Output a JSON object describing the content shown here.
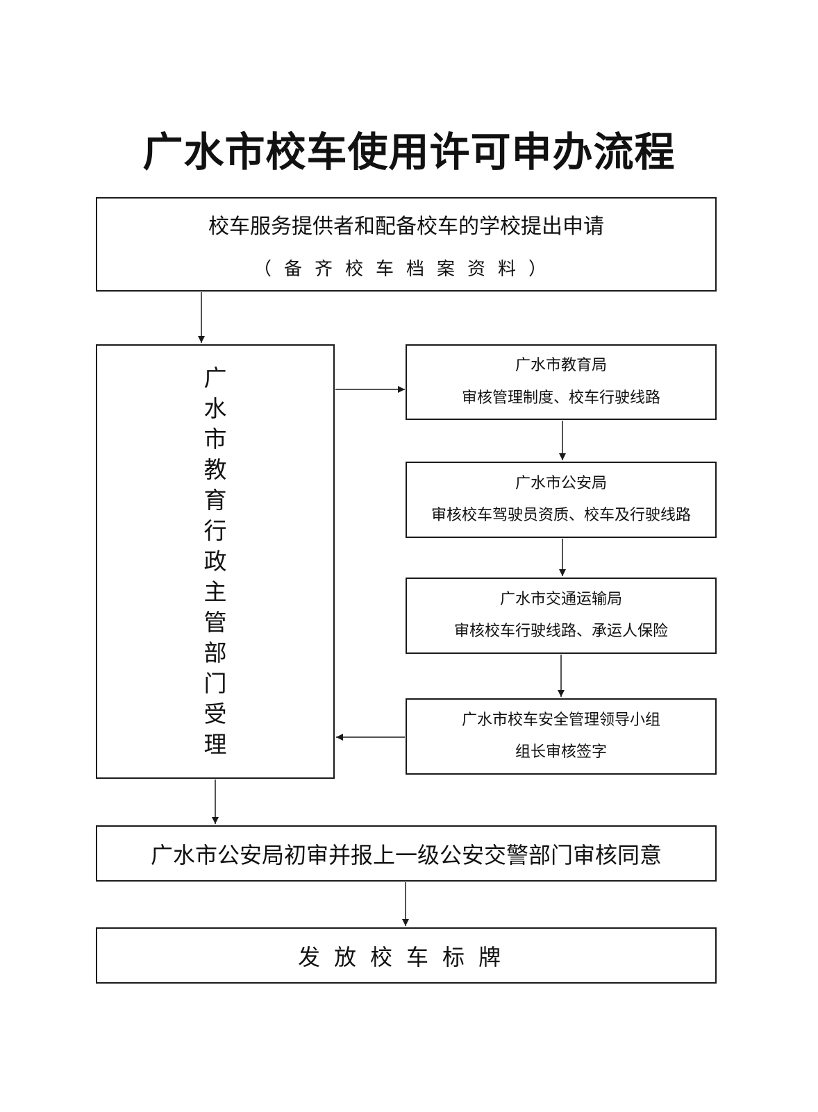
{
  "title": "广水市校车使用许可申办流程",
  "nodes": {
    "apply": {
      "line1": "校车服务提供者和配备校车的学校提出申请",
      "line2": "（备齐校车档案资料）"
    },
    "accept": {
      "text": "广水市教育行政主管部门受理"
    },
    "education": {
      "line1": "广水市教育局",
      "line2": "审核管理制度、校车行驶线路"
    },
    "police": {
      "line1": "广水市公安局",
      "line2": "审核校车驾驶员资质、校车及行驶线路"
    },
    "transport": {
      "line1": "广水市交通运输局",
      "line2": "审核校车行驶线路、承运人保险"
    },
    "leader": {
      "line1": "广水市校车安全管理领导小组",
      "line2": "组长审核签字"
    },
    "review": {
      "text": "广水市公安局初审并报上一级公安交警部门审核同意"
    },
    "issue": {
      "text": "发放校车标牌"
    }
  },
  "colors": {
    "line": "#1a1a1a",
    "text": "#111111",
    "background": "#ffffff"
  }
}
